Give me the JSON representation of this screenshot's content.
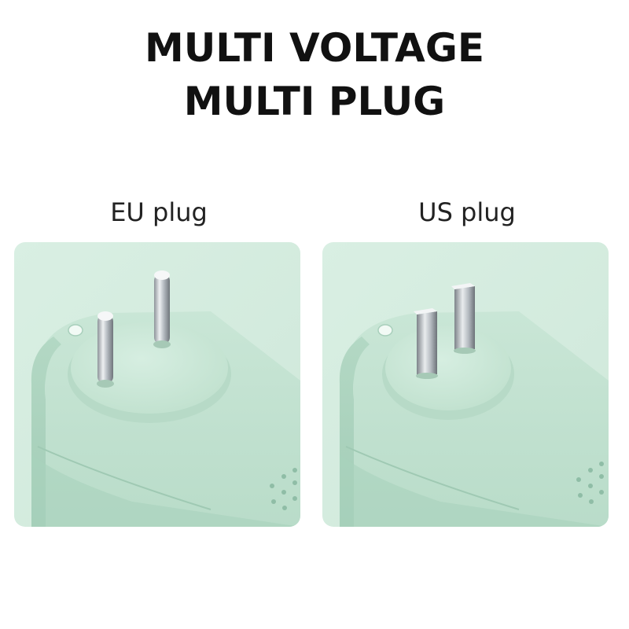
{
  "headline": {
    "line1": "MULTI VOLTAGE",
    "line2": "MULTI PLUG"
  },
  "panels": [
    {
      "caption": "EU plug",
      "plug_type": "eu-round-pin",
      "pin_color": "#c8ccd0"
    },
    {
      "caption": "US plug",
      "plug_type": "us-flat-blade",
      "pin_color": "#c8ccd0"
    }
  ],
  "colors": {
    "panel_bg": "#d4ecdf",
    "device_body": "#bfe0cf",
    "device_shadow": "#9fcab5",
    "text": "#111111"
  }
}
